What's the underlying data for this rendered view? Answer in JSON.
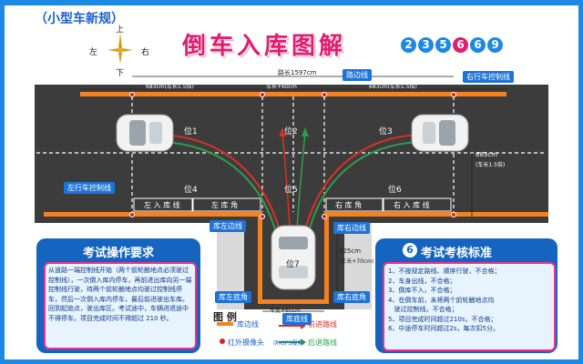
{
  "header": {
    "subtitle": "（小型车新规）",
    "title": "倒车入库图解",
    "exam_items": [
      "2",
      "3",
      "5",
      "6",
      "6",
      "9"
    ],
    "compass": {
      "up": "上",
      "down": "下",
      "left": "左",
      "right": "右"
    }
  },
  "diagram": {
    "road_edge_label": "路边线",
    "right_control_line": "右行车控制线",
    "left_control_line": "左行车控制线",
    "total_length": "路长1597cm",
    "left_length": "683cm(车长1.5倍)",
    "right_length": "683cm(车长1.5倍)",
    "mid_length": "车长+60cm",
    "side_length": "683cm",
    "side_length_note": "(车长1.5倍)",
    "depth": "325cm",
    "depth_note": "(车长+70cm)",
    "garage_width": "车宽+60cm",
    "positions": [
      "位1",
      "位2",
      "位3",
      "位4",
      "位5",
      "位6",
      "位7"
    ],
    "lines": {
      "left_entry": "左 入 库 线",
      "left_corner": "左 库 角",
      "right_corner": "右 库 角",
      "right_entry": "右 入 库 线",
      "left_edge": "库左边线",
      "right_edge": "库右边线",
      "left_bottom_corner": "库左底角",
      "right_bottom_corner": "库右底角",
      "bottom_line": "库底线"
    },
    "colors": {
      "road": "#3c3c3c",
      "orange": "#f58220",
      "red_path": "#d93025",
      "green_path": "#2e9e4e"
    }
  },
  "operation_panel": {
    "title": "考试操作要求",
    "body": "从道路一端控制线开始（两个前轮触地点必须驶过控制线），一次倒入库内停车，再前进出库向另一端控制线行驶，待两个前轮触地点均驶过控制线停车，然后一次倒入库内停车，最后前进驶出车库。回到起始点，驶出库区。考试途中，车辆进退途中不得停车。项目完成时间不得超过 210 秒。"
  },
  "legend": {
    "title": "图 例",
    "items": [
      {
        "label": "库边线"
      },
      {
        "label": "前进路线"
      },
      {
        "label": "红外摄像头",
        "note": "（附GPS服务）"
      },
      {
        "label": "后退路线"
      }
    ]
  },
  "criteria_panel": {
    "number": "6",
    "title": "考试考核标准",
    "items": [
      "1、不按规定路线、顺序行驶，不合格；",
      "2、车身出线，不合格；",
      "3、倒库不入，不合格；",
      "4、在倒车前，未将两个前轮触地点均",
      "   驶过控制线，不合格；",
      "5、项目完成时间超过210s，不合格；",
      "6、中途停车时间超过2s，每次扣5分。"
    ]
  }
}
